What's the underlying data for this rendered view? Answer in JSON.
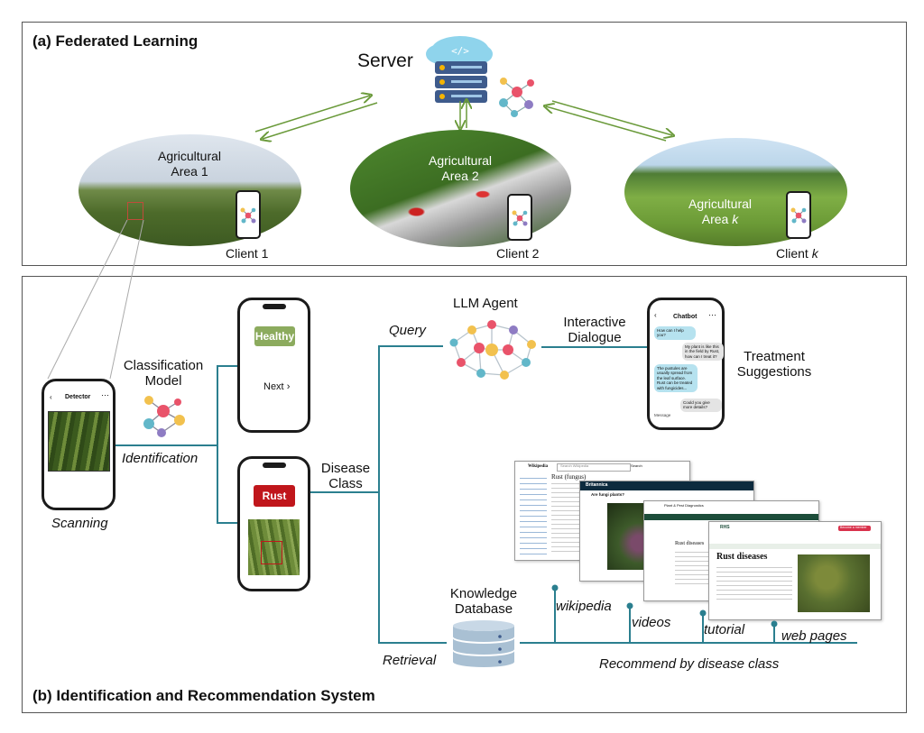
{
  "federated": {
    "title": "(a) Federated Learning",
    "server_label": "Server",
    "areas": [
      {
        "label": "Agricultural Area 1",
        "client": "Client 1"
      },
      {
        "label": "Agricultural Area 2",
        "client": "Client 2"
      },
      {
        "label": "Agricultural Area k",
        "client": "Client k"
      }
    ],
    "area1_l1": "Agricultural",
    "area1_l2": "Area 1",
    "area2_l1": "Agricultural",
    "area2_l2": "Area 2",
    "areak_l1": "Agricultural",
    "areak_l2a": "Area ",
    "areak_l2b": "k",
    "client1": "Client 1",
    "client2": "Client 2",
    "clientk_a": "Client ",
    "clientk_b": "k"
  },
  "system": {
    "title": "(b) Identification and Recommendation System",
    "scanning": "Scanning",
    "detector_title": "Detector",
    "classification_l1": "Classification",
    "classification_l2": "Model",
    "identification": "Identification",
    "healthy_btn": "Healthy",
    "next_btn": "Next",
    "rust_btn": "Rust",
    "disease_l1": "Disease",
    "disease_l2": "Class",
    "query": "Query",
    "llm_agent": "LLM Agent",
    "dialogue_l1": "Interactive",
    "dialogue_l2": "Dialogue",
    "chatbot_title": "Chatbot",
    "chat": [
      "How can I help you?",
      "My plant is like this in the field by Rust, how can I treat it?",
      "The pustules are usually spread from the leaf surface. Rust can be treated with fungicides...",
      "Could you give more details?"
    ],
    "message_label": "Message",
    "treatment_l1": "Treatment",
    "treatment_l2": "Suggestions",
    "knowledge_l1": "Knowledge",
    "knowledge_l2": "Database",
    "retrieval": "Retrieval",
    "recommend": "Recommend by disease class",
    "sources": [
      "wikipedia",
      "videos",
      "tutorial",
      "web pages"
    ],
    "wiki_title": "Rust (fungus)",
    "wiki_brand": "Wikipedia",
    "wiki_search": "Search Wikipedia",
    "wiki_search_btn": "Search",
    "britannica_brand": "Britannica",
    "britannica_q": "Are fungi plants?",
    "tutorial_brand": "Plant & Pest Diagnostics",
    "tutorial_heading": "Rust diseases",
    "web_brand": "RHS",
    "web_heading": "Rust diseases",
    "web_button": "Become a member"
  },
  "colors": {
    "accent_line": "#2b7f8f",
    "arrow": "#6a9a3a",
    "healthy": "#8cab5e",
    "rust": "#c0161b"
  }
}
